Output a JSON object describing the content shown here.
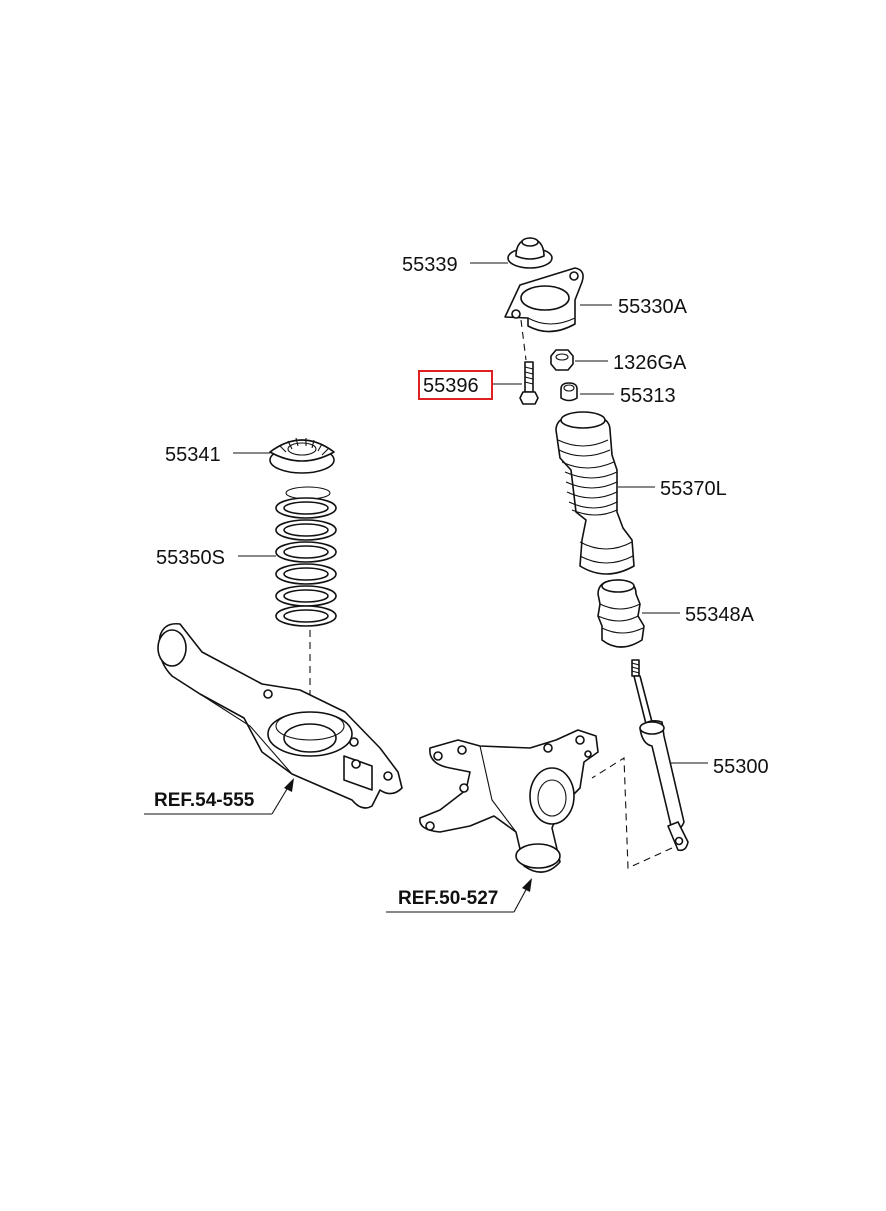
{
  "parts": {
    "p55339": "55339",
    "p55330A": "55330A",
    "p1326GA": "1326GA",
    "p55396": "55396",
    "p55313": "55313",
    "p55341": "55341",
    "p55370L": "55370L",
    "p55350S": "55350S",
    "p55348A": "55348A",
    "p55300": "55300"
  },
  "refs": {
    "r54": "REF.54-555",
    "r50": "REF.50-527"
  },
  "highlight": {
    "part": "55396",
    "color": "#e02020"
  }
}
